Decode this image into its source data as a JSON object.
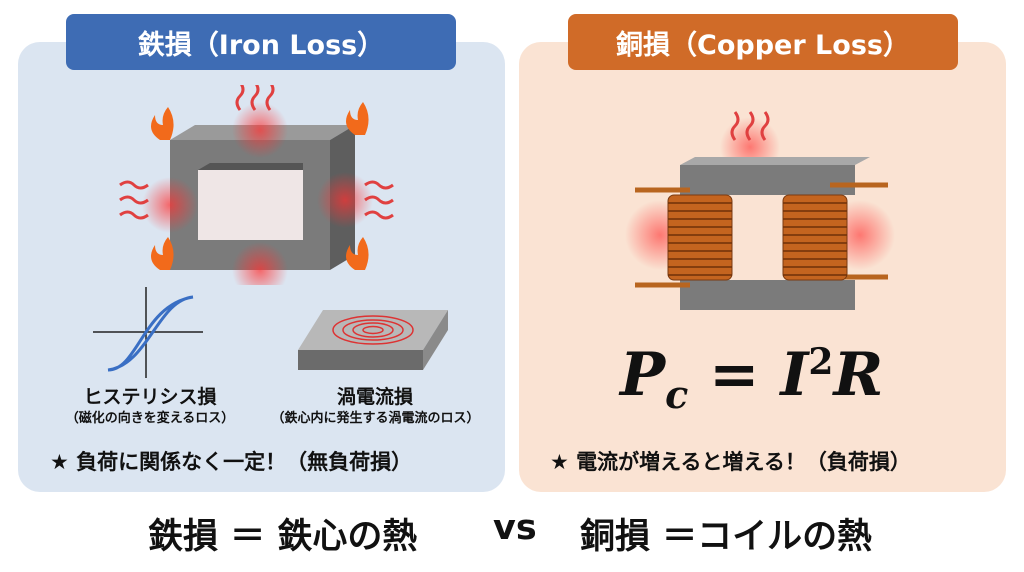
{
  "iron": {
    "title": "鉄損（Iron Loss）",
    "hysteresis": "ヒステリシス損",
    "hysteresis_desc": "（磁化の向きを変えるロス）",
    "eddy": "渦電流損",
    "eddy_desc": "（鉄心内に発生する渦電流のロス）",
    "note": "★ 負荷に関係なく一定！（無負荷損）"
  },
  "copper": {
    "title": "銅損（Copper Loss）",
    "formula_p": "P",
    "formula_sub": "c",
    "formula_eq": " = ",
    "formula_i": "I",
    "formula_sup": "2",
    "formula_r": "R",
    "note": "★ 電流が増えると増える！（負荷損）"
  },
  "bottom": {
    "left": "鉄損 ＝ 鉄心の熱",
    "vs": "vs",
    "right": "銅損 ＝コイルの熱"
  },
  "colors": {
    "iron": "#3e6cb4",
    "copper": "#d06b28"
  }
}
